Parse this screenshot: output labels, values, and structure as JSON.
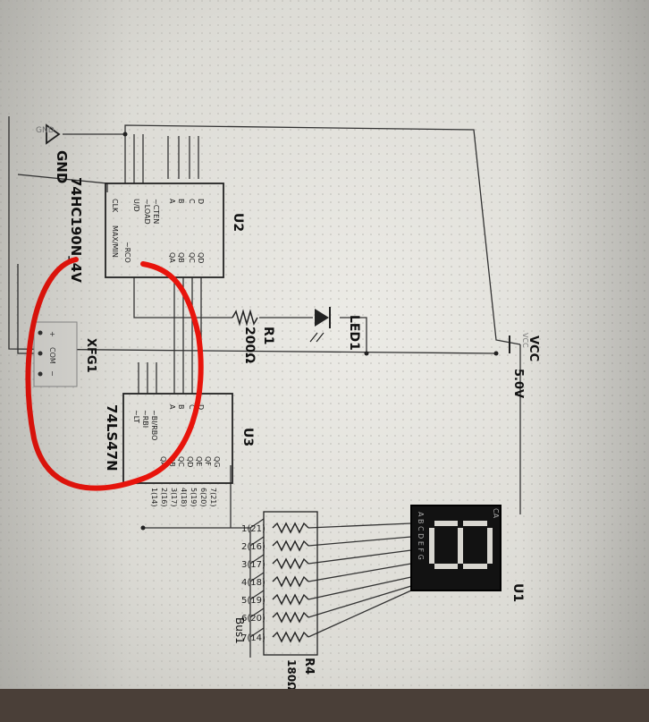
{
  "gnd": {
    "label": "GND",
    "pin": "GND"
  },
  "u2": {
    "part": "74HC190N_4V",
    "ref": "U2",
    "left_pins": [
      "CLK",
      "MAX/MIN",
      "~RCO",
      "~CTEN",
      "~LOAD",
      "U/D"
    ],
    "right_pins": [
      "A",
      "B",
      "C",
      "D",
      "QA",
      "QB",
      "QC",
      "QD"
    ]
  },
  "r1": {
    "ref": "R1",
    "value": "200Ω"
  },
  "led": {
    "ref": "LED1"
  },
  "vcc": {
    "label": "VCC",
    "voltage": "5.0V",
    "pin": "VCC"
  },
  "xfg1": {
    "ref": "XFG1",
    "plus": "+",
    "com": "COM",
    "minus": "−"
  },
  "u3": {
    "part": "74LS47N",
    "ref": "U3",
    "left_pins": [
      "~LT",
      "~RBI",
      "~BI/RBO"
    ],
    "right_pins": [
      "A",
      "B",
      "C",
      "D",
      "QA",
      "QB",
      "QC",
      "QD",
      "QE",
      "QF",
      "QG"
    ],
    "output_labels": [
      "1(14)",
      "2(16)",
      "3(17)",
      "4(18)",
      "5(19)",
      "6(20)",
      "7(21)"
    ]
  },
  "r4": {
    "ref": "R4",
    "value": "180Ω",
    "pin_labels": [
      "1(21)",
      "2(16)",
      "3(17)",
      "4(18)",
      "5(19)",
      "6(20)",
      "7(14)"
    ]
  },
  "bus": {
    "label": "Bus1"
  },
  "u1": {
    "ref": "U1",
    "pins": "A B C D E F G",
    "ca": "CA"
  },
  "colors": {
    "annotation": "#e8140c",
    "ink": "#222222",
    "paper": "#ecebe6"
  }
}
